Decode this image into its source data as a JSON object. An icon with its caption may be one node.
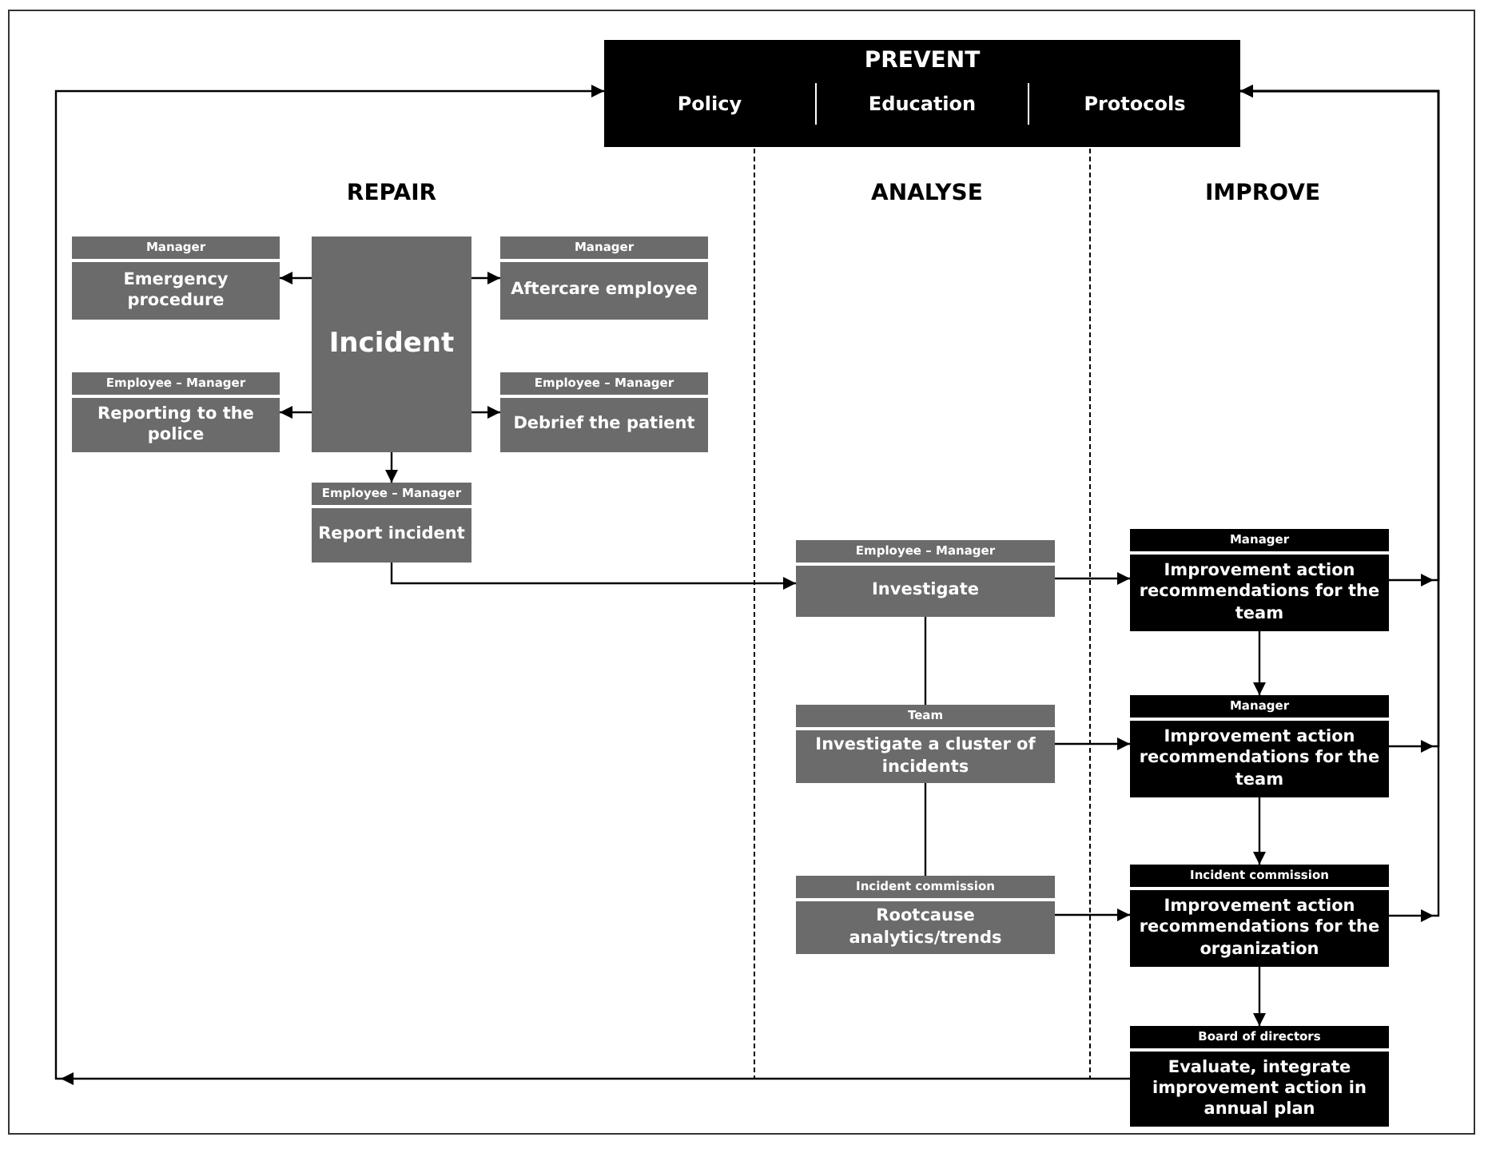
{
  "diagram": {
    "nodes": [
      {
        "text": [
          "PREVENT",
          "Policy",
          "Education",
          "Protocols"
        ]
      },
      {
        "text": [
          "Manager",
          "Emergency procedure"
        ]
      },
      {
        "text": [
          "Incident"
        ]
      },
      {
        "text": [
          "Manager",
          "Aftercare employee"
        ]
      },
      {
        "text": [
          "Employee – Manager",
          "Reporting to the police"
        ]
      },
      {
        "text": [
          "Employee – Manager",
          "Debrief the patient"
        ]
      },
      {
        "text": [
          "Employee – Manager",
          "Report incident"
        ]
      },
      {
        "text": [
          "Employee – Manager",
          "Investigate"
        ]
      },
      {
        "text": [
          "Team",
          "Investigate a cluster of incidents"
        ]
      },
      {
        "text": [
          "Incident commission",
          "Rootcause analytics/trends"
        ]
      },
      {
        "text": [
          "Manager",
          "Improvement action recommendations for the team"
        ]
      },
      {
        "text": [
          "Manager",
          "Improvement action recommendations for the team"
        ]
      },
      {
        "text": [
          "Incident commission",
          "Improvement action recommendations for the organization"
        ]
      },
      {
        "text": [
          "Board of directors",
          "Evaluate, integrate improvement action in annual plan"
        ]
      }
    ],
    "edges": [
      {
        "from": 2,
        "to": 1,
        "arrow": "to"
      },
      {
        "from": 2,
        "to": 3,
        "arrow": "to"
      },
      {
        "from": 2,
        "to": 4,
        "arrow": "to"
      },
      {
        "from": 2,
        "to": 5,
        "arrow": "to"
      },
      {
        "from": 2,
        "to": 6,
        "arrow": "to"
      },
      {
        "from": 6,
        "to": 7,
        "arrow": "to"
      },
      {
        "from": 7,
        "to": 8,
        "arrow": "none"
      },
      {
        "from": 8,
        "to": 9,
        "arrow": "none"
      },
      {
        "from": 7,
        "to": 10,
        "arrow": "to"
      },
      {
        "from": 8,
        "to": 11,
        "arrow": "to"
      },
      {
        "from": 9,
        "to": 12,
        "arrow": "to"
      },
      {
        "from": 10,
        "to": 11,
        "arrow": "to"
      },
      {
        "from": 11,
        "to": 12,
        "arrow": "to"
      },
      {
        "from": 12,
        "to": 13,
        "arrow": "to"
      },
      {
        "from": 10,
        "to": 0,
        "arrow": "to"
      },
      {
        "from": 11,
        "to": 0,
        "arrow": "to"
      },
      {
        "from": 12,
        "to": 0,
        "arrow": "to"
      },
      {
        "from": 13,
        "to": 0,
        "arrow": "to"
      }
    ],
    "labels": [
      "REPAIR",
      "ANALYSE",
      "IMPROVE"
    ]
  }
}
